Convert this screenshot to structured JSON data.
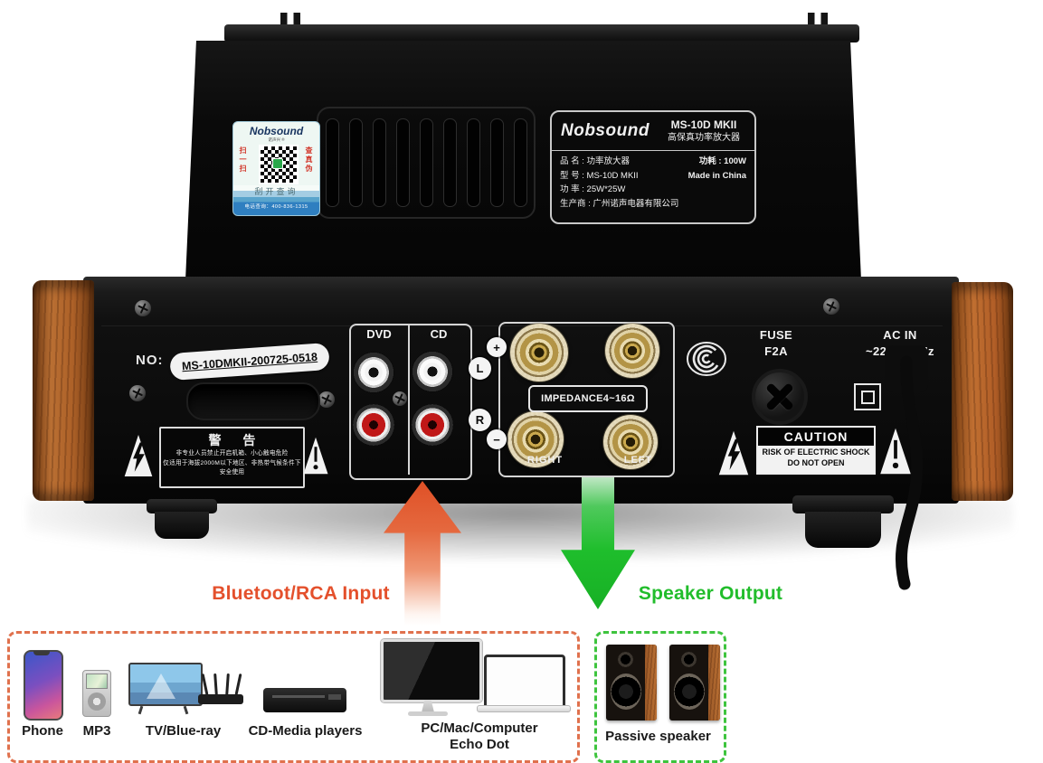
{
  "colors": {
    "input_accent": "#e4502c",
    "output_accent": "#21bd2b",
    "wood": "#b2652f",
    "panel_black": "#0d0d0d"
  },
  "top_label": {
    "brand": "Nobsound",
    "model": "MS-10D MKII",
    "model_cn": "高保真功率放大器",
    "rows": [
      {
        "left": "品 名 : 功率放大器",
        "right": "功耗 : 100W"
      },
      {
        "left": "型 号 : MS-10D MKII",
        "right": "Made in China"
      },
      {
        "left": "功 率 : 25W*25W",
        "right": ""
      },
      {
        "left": "生产商 : 广州诺声电器有限公司",
        "right": ""
      }
    ]
  },
  "sticker": {
    "brand": "Nobsound",
    "sub": "诺声兴 ®",
    "left_vertical": "扫一扫",
    "right_vertical": "查真伪",
    "scratch": "刮开查询",
    "hotline": "电话查询：400-836-1315"
  },
  "rear_panel": {
    "serial_prefix": "NO:",
    "serial": "MS-10DMKII-200725-0518",
    "warning_box": {
      "title": "警 告",
      "line1": "非专业人员禁止开启机箱、小心触电危险",
      "line2": "仅适用于海拔2000M以下地区、非热带气候条件下安全使用"
    },
    "rca": {
      "col1": "DVD",
      "col2": "CD",
      "left_channel": "L",
      "right_channel": "R"
    },
    "speaker_terminals": {
      "impedance": "IMPEDANCE4~16Ω",
      "plus": "+",
      "minus": "−",
      "right": "RIGHT",
      "left": "LEFT"
    },
    "fuse": {
      "line1": "FUSE",
      "line2": "F2A"
    },
    "ac": {
      "line1": "AC IN",
      "line2": "~220V 50Hz"
    },
    "caution": {
      "title": "CAUTION",
      "line1": "RISK OF ELECTRIC SHOCK",
      "line2": "DO NOT OPEN"
    }
  },
  "annotations": {
    "input_label": "Bluetoot/RCA Input",
    "output_label": "Speaker Output"
  },
  "input_devices": {
    "items": [
      {
        "label": "Phone"
      },
      {
        "label": "MP3"
      },
      {
        "label": "TV/Blue-ray"
      },
      {
        "label": "CD-Media players"
      },
      {
        "label": "PC/Mac/Computer",
        "sub": "Echo Dot"
      }
    ]
  },
  "output_devices": {
    "label": "Passive speaker"
  }
}
